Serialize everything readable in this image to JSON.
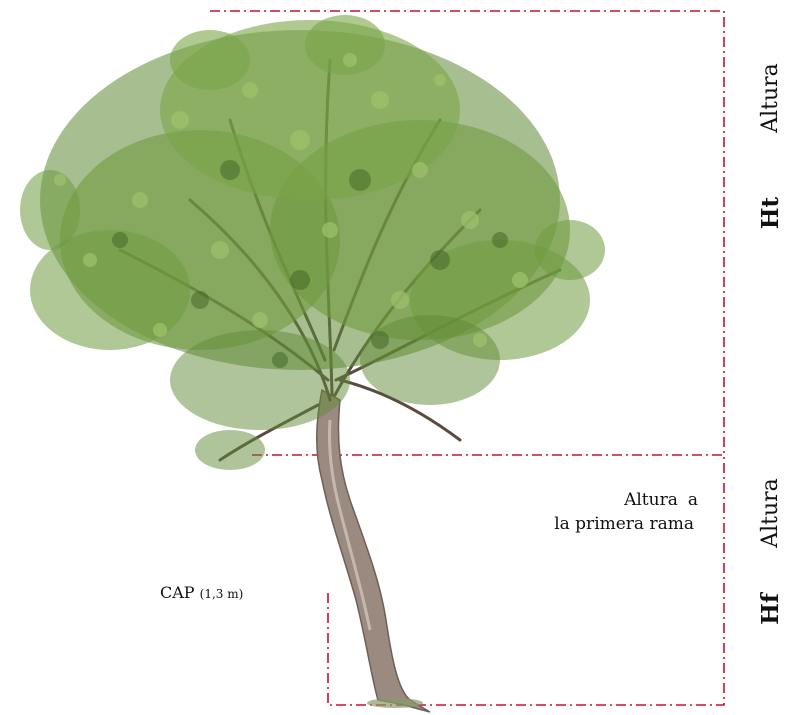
{
  "labels": {
    "total_height_word": "Altura",
    "total_height_abbr": "Ht",
    "first_branch_height_word": "Altura",
    "first_branch_height_abbr": "Hf",
    "first_branch_line1_a": "Altura",
    "first_branch_line1_b": "a",
    "first_branch_line2": "la primera rama",
    "cap_main": "CAP",
    "cap_sub": "(1,3 m)"
  },
  "colors": {
    "dimension_line": "#c8102e",
    "foliage_dark": "#4f7a2e",
    "foliage_mid": "#6f9a3f",
    "foliage_light": "#9cc16a",
    "trunk": "#9b8a80",
    "trunk_shadow": "#6e5f57"
  },
  "icons": {
    "tree": "tree-illustration"
  }
}
